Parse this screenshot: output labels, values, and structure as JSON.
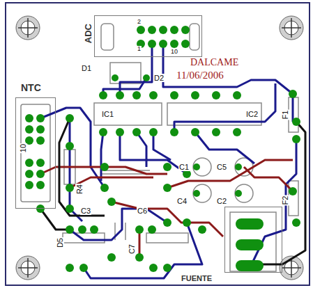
{
  "diagram": {
    "nodes": [
      {
        "text": [
          "ADC"
        ]
      },
      {
        "text": [
          "NTC"
        ]
      },
      {
        "text": [
          "FUENTE"
        ]
      }
    ],
    "labels": [
      "2",
      "1",
      "10",
      "DALCAME",
      "11/06/2006",
      "D1",
      "D2",
      "IC1",
      "IC2",
      "F1",
      "10",
      "R4",
      "C1",
      "C5",
      "C4",
      "C2",
      "C3",
      "C6",
      "D5",
      "C7",
      "F2"
    ]
  }
}
